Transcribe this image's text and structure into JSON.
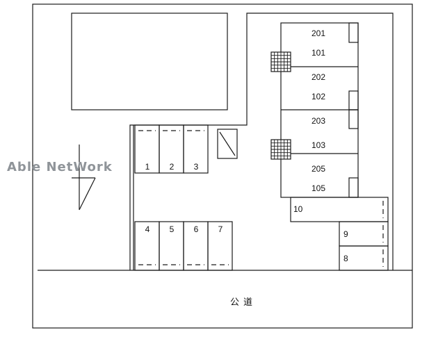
{
  "watermark": "Able NetWork",
  "road": {
    "label": "公道"
  },
  "units": [
    "201",
    "101",
    "202",
    "102",
    "203",
    "103",
    "205",
    "105"
  ],
  "parking": {
    "top_row": [
      "1",
      "2",
      "3"
    ],
    "bottom_row": [
      "4",
      "5",
      "6",
      "7"
    ],
    "right_column": [
      "10",
      "9",
      "8"
    ]
  }
}
